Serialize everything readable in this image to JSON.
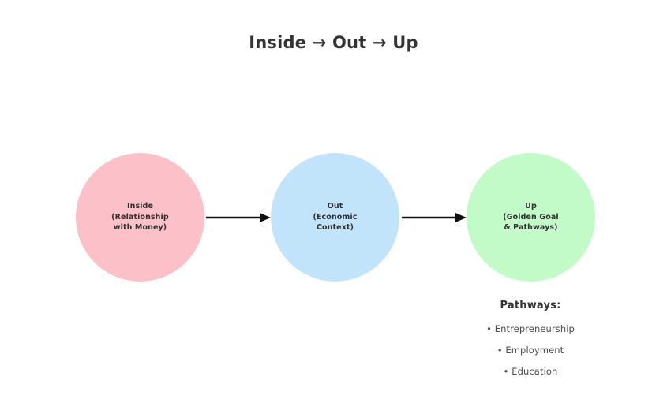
{
  "title": "Inside → Out → Up",
  "background_color": "#ffffff",
  "nodes": [
    {
      "id": "inside",
      "label": "Inside\n(Relationship\nwith Money)",
      "color": "#FCC0C8",
      "text_color": "#2f2f2f"
    },
    {
      "id": "out",
      "label": "Out\n(Economic\nContext)",
      "color": "#C2E4FB",
      "text_color": "#2f2f2f"
    },
    {
      "id": "up",
      "label": "Up\n(Golden Goal\n& Pathways)",
      "color": "#C2FBC8",
      "text_color": "#2f2f2f"
    }
  ],
  "arrows": [
    {
      "id": "inside-to-out",
      "from": "inside",
      "to": "out",
      "color": "#111111"
    },
    {
      "id": "out-to-up",
      "from": "out",
      "to": "up",
      "color": "#111111"
    }
  ],
  "pathways": {
    "heading": "Pathways:",
    "items": [
      "• Entrepreneurship",
      "• Employment",
      "• Education"
    ]
  }
}
